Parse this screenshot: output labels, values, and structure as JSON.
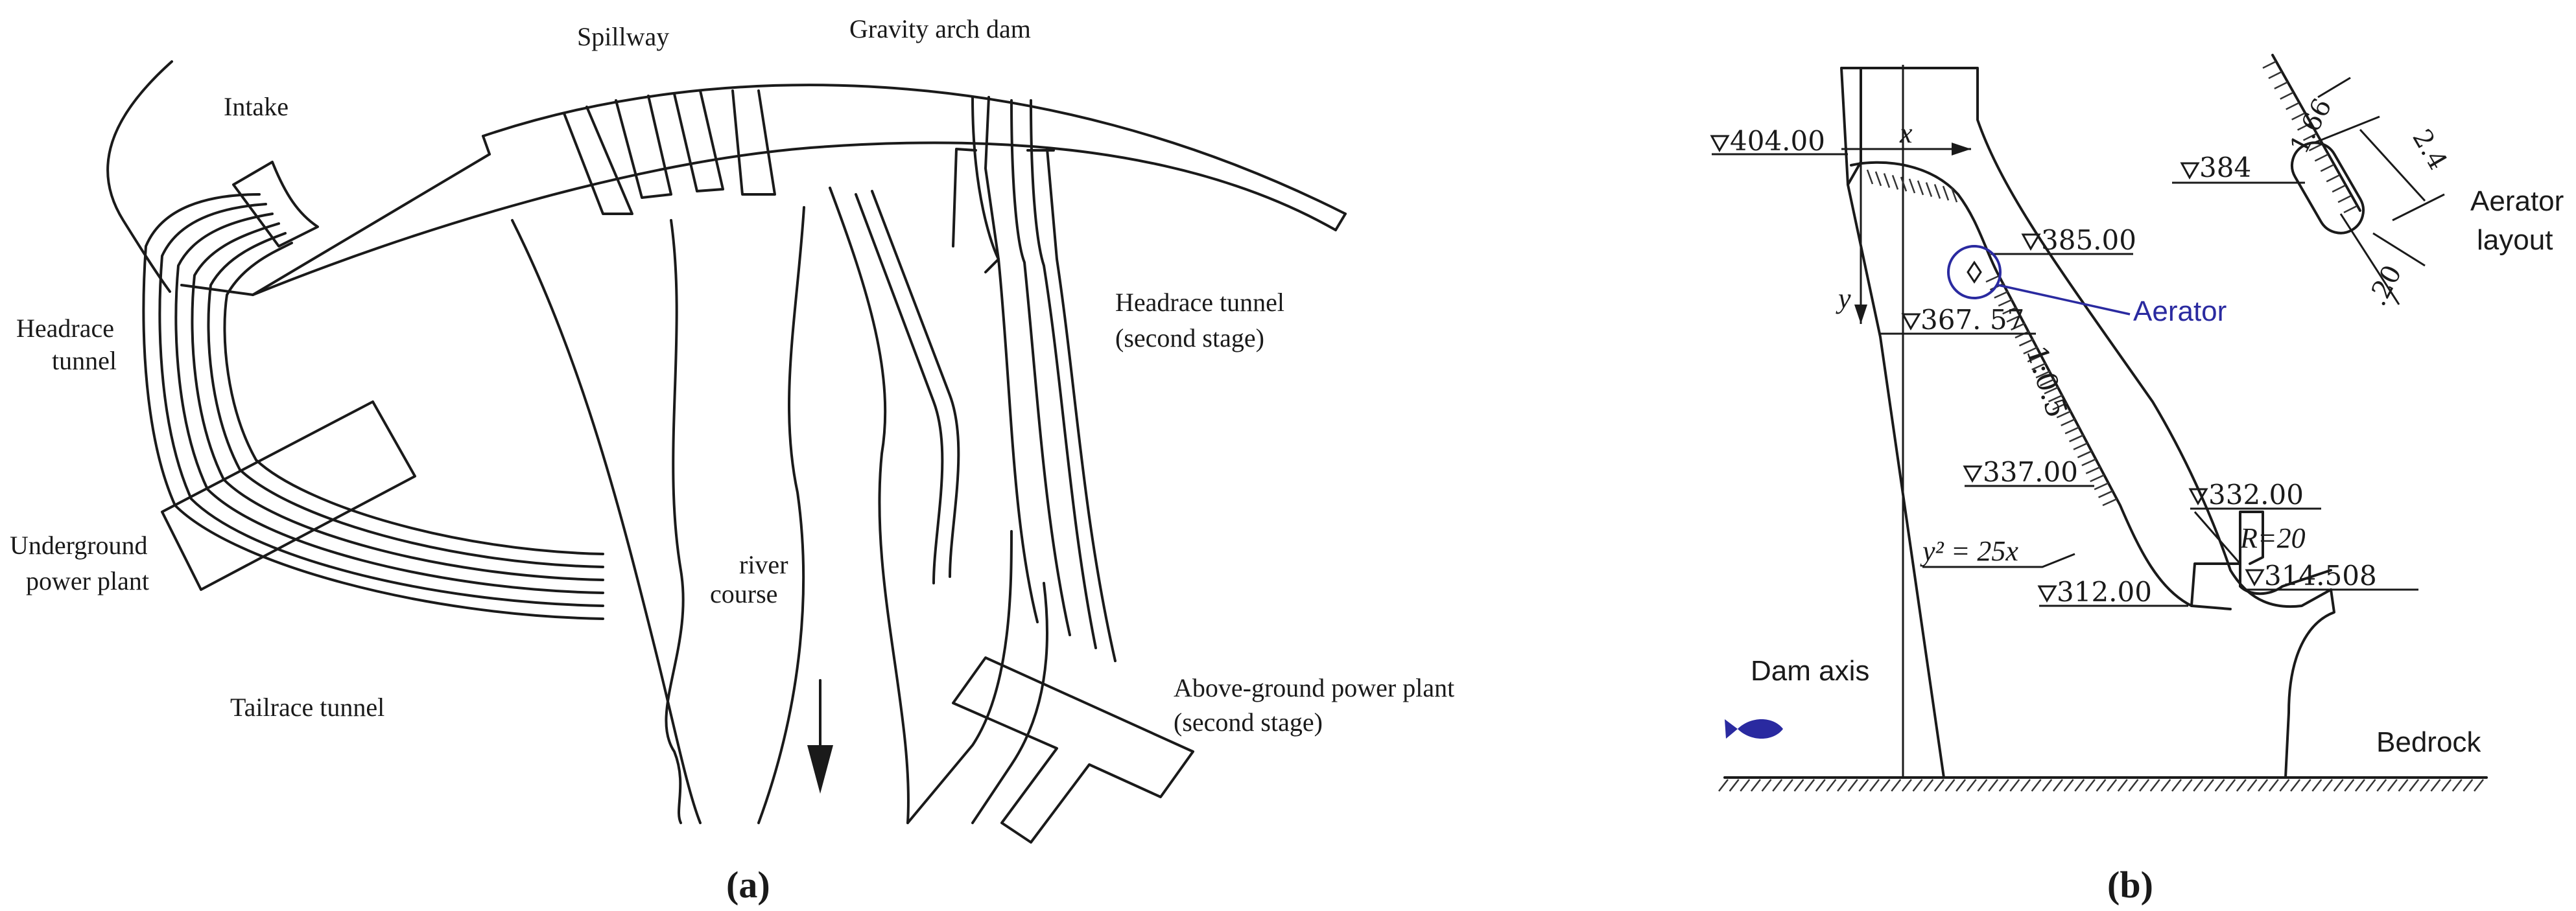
{
  "panel_a": {
    "caption": "(a)",
    "labels": {
      "intake": "Intake",
      "spillway": "Spillway",
      "gravity_arch_dam": "Gravity arch dam",
      "headrace_tunnel_1": "Headrace",
      "headrace_tunnel_2": "tunnel",
      "headrace_second_1": "Headrace tunnel",
      "headrace_second_2": "(second stage)",
      "underground_1": "Underground",
      "underground_2": "power plant",
      "river_1": "river",
      "river_2": "course",
      "tailrace": "Tailrace tunnel",
      "aboveground_1": "Above-ground power plant",
      "aboveground_2": "(second stage)"
    }
  },
  "panel_b": {
    "caption": "(b)",
    "elevations": {
      "e404": "404.00",
      "e385": "385.00",
      "e367": "367. 57",
      "e337": "337.00",
      "e332": "332.00",
      "e312": "312.00",
      "e314": "314.508",
      "e384": "384"
    },
    "labels": {
      "x_axis": "x",
      "y_axis": "y",
      "slope": "1:0.5",
      "curve_eq": "y² = 25x",
      "radius": "R=20",
      "aerator": "Aerator",
      "aerator_layout_1": "Aerator",
      "aerator_layout_2": "layout",
      "dim_166": "1.66",
      "dim_24": "2.4",
      "dim_20": ".20",
      "dam_axis": "Dam axis",
      "bedrock": "Bedrock"
    },
    "colors": {
      "aerator": "#2a2aa0",
      "line": "#1a1a1a"
    }
  }
}
